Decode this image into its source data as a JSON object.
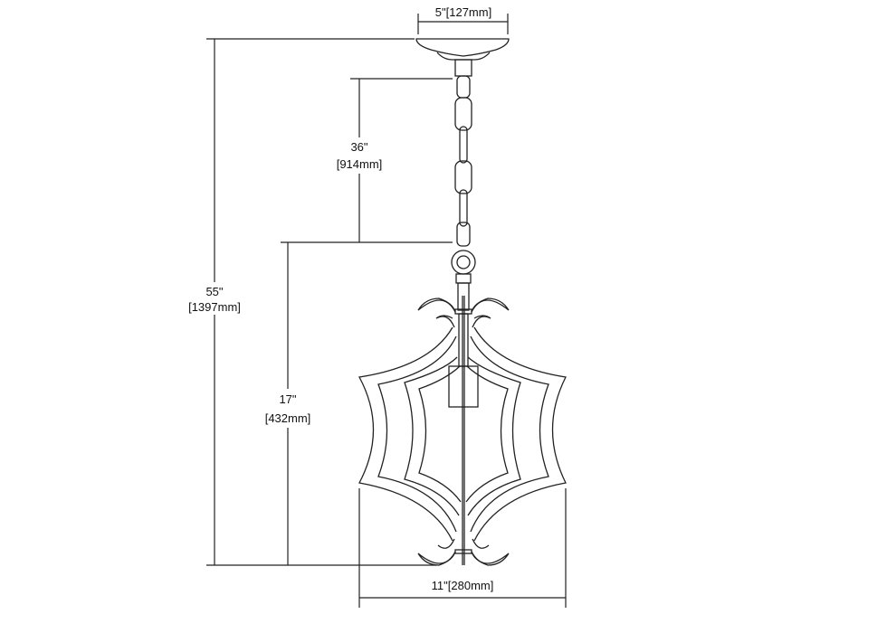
{
  "dimensions": {
    "canopy_width": "5\"[127mm]",
    "overall_height": {
      "imperial": "55\"",
      "metric": "[1397mm]"
    },
    "chain_length": {
      "imperial": "36\"",
      "metric": "[914mm]"
    },
    "fixture_height": {
      "imperial": "17\"",
      "metric": "[432mm]"
    },
    "fixture_width": "11\"[280mm]"
  }
}
